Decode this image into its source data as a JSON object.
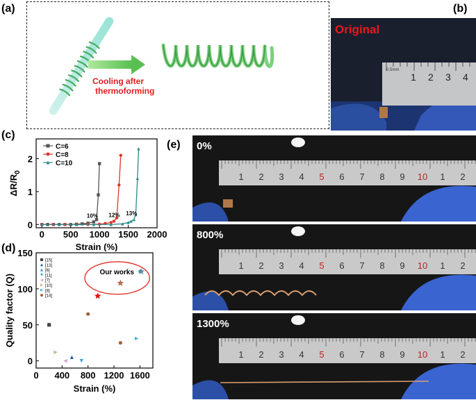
{
  "labels": {
    "a": "(a)",
    "b": "(b)",
    "c": "(c)",
    "d": "(d)",
    "e": "(e)"
  },
  "panel_a": {
    "caption_line1": "Cooling after",
    "caption_line2": "thermoforming"
  },
  "panel_b": {
    "title": "Original",
    "ruler_unit": "0.5mm",
    "ruler_numbers": [
      "1",
      "2",
      "3",
      "4"
    ]
  },
  "panel_e": {
    "strain_labels": [
      "0%",
      "800%",
      "1300%"
    ],
    "ruler_numbers": [
      "1",
      "2",
      "3",
      "4",
      "5",
      "6",
      "7",
      "8",
      "9",
      "10",
      "1",
      "2"
    ]
  },
  "colors": {
    "c6": "#555555",
    "c8": "#e0342a",
    "c10": "#2a8a8a",
    "red_text": "#e8191d"
  },
  "chart_data": [
    {
      "type": "line",
      "xlabel": "Strain (%)",
      "ylabel": "ΔR/R₀",
      "ylabel_main": "ΔR/R",
      "ylabel_sub": "0",
      "xlim": [
        -100,
        2000
      ],
      "ylim": [
        -0.1,
        2.6
      ],
      "xticks": [
        0,
        500,
        1000,
        1500,
        2000
      ],
      "xtick_labels": [
        "0",
        "500",
        "1000",
        "1500",
        "2000"
      ],
      "yticks": [
        0,
        1,
        2
      ],
      "ytick_labels": [
        "0",
        "1",
        "2"
      ],
      "series": [
        {
          "name": "C=6",
          "marker": "square",
          "x": [
            0,
            100,
            200,
            300,
            400,
            500,
            600,
            700,
            800,
            900,
            950,
            980,
            1000
          ],
          "y": [
            0,
            0,
            0,
            0,
            0,
            0,
            0.01,
            0.02,
            0.04,
            0.08,
            0.15,
            0.9,
            1.85
          ]
        },
        {
          "name": "C=8",
          "marker": "circle",
          "x": [
            0,
            200,
            400,
            600,
            800,
            1000,
            1100,
            1200,
            1250,
            1300,
            1340,
            1370
          ],
          "y": [
            0,
            0,
            0,
            0,
            0,
            0.01,
            0.03,
            0.06,
            0.1,
            0.2,
            1.2,
            2.1
          ]
        },
        {
          "name": "C=10",
          "marker": "triangle",
          "x": [
            0,
            300,
            600,
            900,
            1200,
            1400,
            1500,
            1550,
            1600,
            1630,
            1660,
            1680
          ],
          "y": [
            0,
            0,
            0,
            0,
            0,
            0.02,
            0.06,
            0.1,
            0.15,
            0.3,
            1.4,
            2.3
          ]
        }
      ],
      "annotations": [
        {
          "text": "10%",
          "x": 780,
          "y": 0.12
        },
        {
          "text": "12%",
          "x": 1160,
          "y": 0.14
        },
        {
          "text": "13%",
          "x": 1460,
          "y": 0.2
        }
      ]
    },
    {
      "type": "scatter",
      "xlabel": "Strain (%)",
      "ylabel": "Quality factor (Q)",
      "xlim": [
        0,
        1800
      ],
      "ylim": [
        -10,
        150
      ],
      "xticks": [
        0,
        400,
        800,
        1200,
        1600
      ],
      "xtick_labels": [
        "0",
        "400",
        "800",
        "1200",
        "1600"
      ],
      "yticks": [
        0,
        50,
        100,
        150
      ],
      "ytick_labels": [
        "0",
        "50",
        "100",
        "150"
      ],
      "ellipse_label": "Our works",
      "series": [
        {
          "name": "[15]",
          "marker": "square",
          "color": "#444444",
          "x": [
            200
          ],
          "y": [
            50
          ]
        },
        {
          "name": "[13]",
          "marker": "triangle",
          "color": "#1f5fb0",
          "x": [
            550
          ],
          "y": [
            5
          ]
        },
        {
          "name": "[6]",
          "marker": "triangle",
          "color": "#2a8fc8",
          "x": [
            1600
          ],
          "y": [
            125
          ]
        },
        {
          "name": "[11]",
          "marker": "tri-down",
          "color": "#3aa0d8",
          "x": [
            700
          ],
          "y": [
            0
          ]
        },
        {
          "name": "[7]",
          "marker": "tri-left",
          "color": "#c8a0c8",
          "x": [
            450
          ],
          "y": [
            0
          ]
        },
        {
          "name": "[10]",
          "marker": "tri-right",
          "color": "#c8b080",
          "x": [
            300
          ],
          "y": [
            12
          ]
        },
        {
          "name": "[8]",
          "marker": "tri-right",
          "color": "#3ab0e0",
          "x": [
            1550
          ],
          "y": [
            31
          ]
        },
        {
          "name": "[14]",
          "marker": "circle",
          "color": "#a06040",
          "x": [
            800,
            1300
          ],
          "y": [
            65,
            25
          ]
        },
        {
          "name": "C=6",
          "marker": "star",
          "color": "#e01010",
          "x": [
            950
          ],
          "y": [
            90
          ]
        },
        {
          "name": "C=8",
          "marker": "star",
          "color": "#b07050",
          "x": [
            1300
          ],
          "y": [
            108
          ]
        },
        {
          "name": "C=10",
          "marker": "star",
          "color": "#5a8fa0",
          "x": [
            1620
          ],
          "y": [
            124
          ]
        }
      ]
    }
  ]
}
